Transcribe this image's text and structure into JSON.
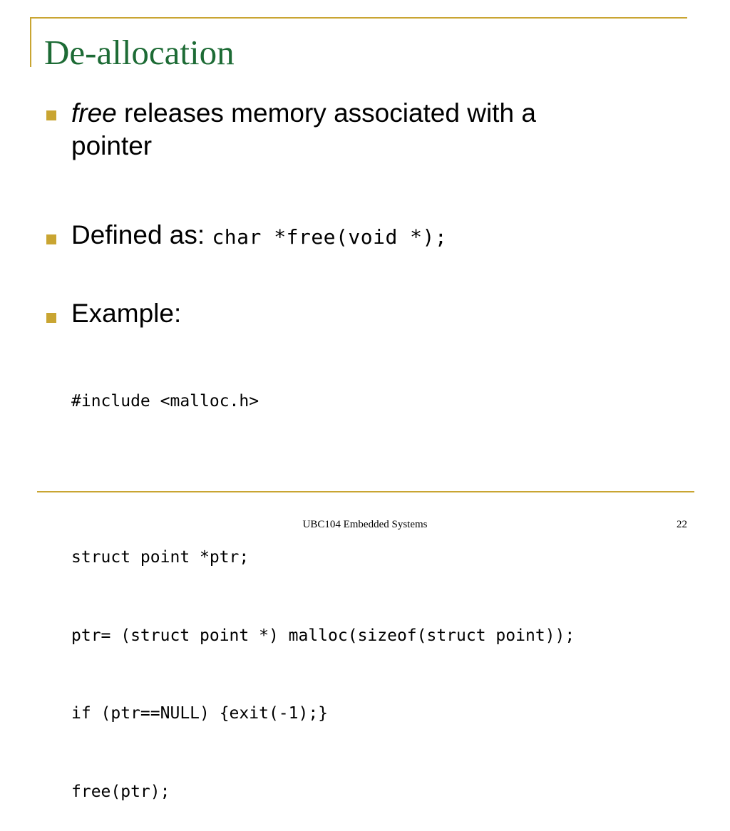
{
  "slide": {
    "title": "De-allocation",
    "bullets": [
      {
        "emphasis": "free",
        "line1": " releases memory associated with a",
        "line2": "pointer"
      },
      {
        "label": "Defined as: ",
        "code": "char *free(void *);"
      },
      {
        "label": "Example:"
      }
    ],
    "code_lines": [
      "#include <malloc.h>",
      "",
      "struct point *ptr;",
      "ptr= (struct point *) malloc(sizeof(struct point));",
      "if (ptr==NULL) {exit(-1);}",
      "free(ptr);"
    ]
  },
  "footer": {
    "course": "UBC104 Embedded Systems",
    "page_number": "22"
  },
  "colors": {
    "title": "#1d6b35",
    "accent": "#c9a532"
  }
}
